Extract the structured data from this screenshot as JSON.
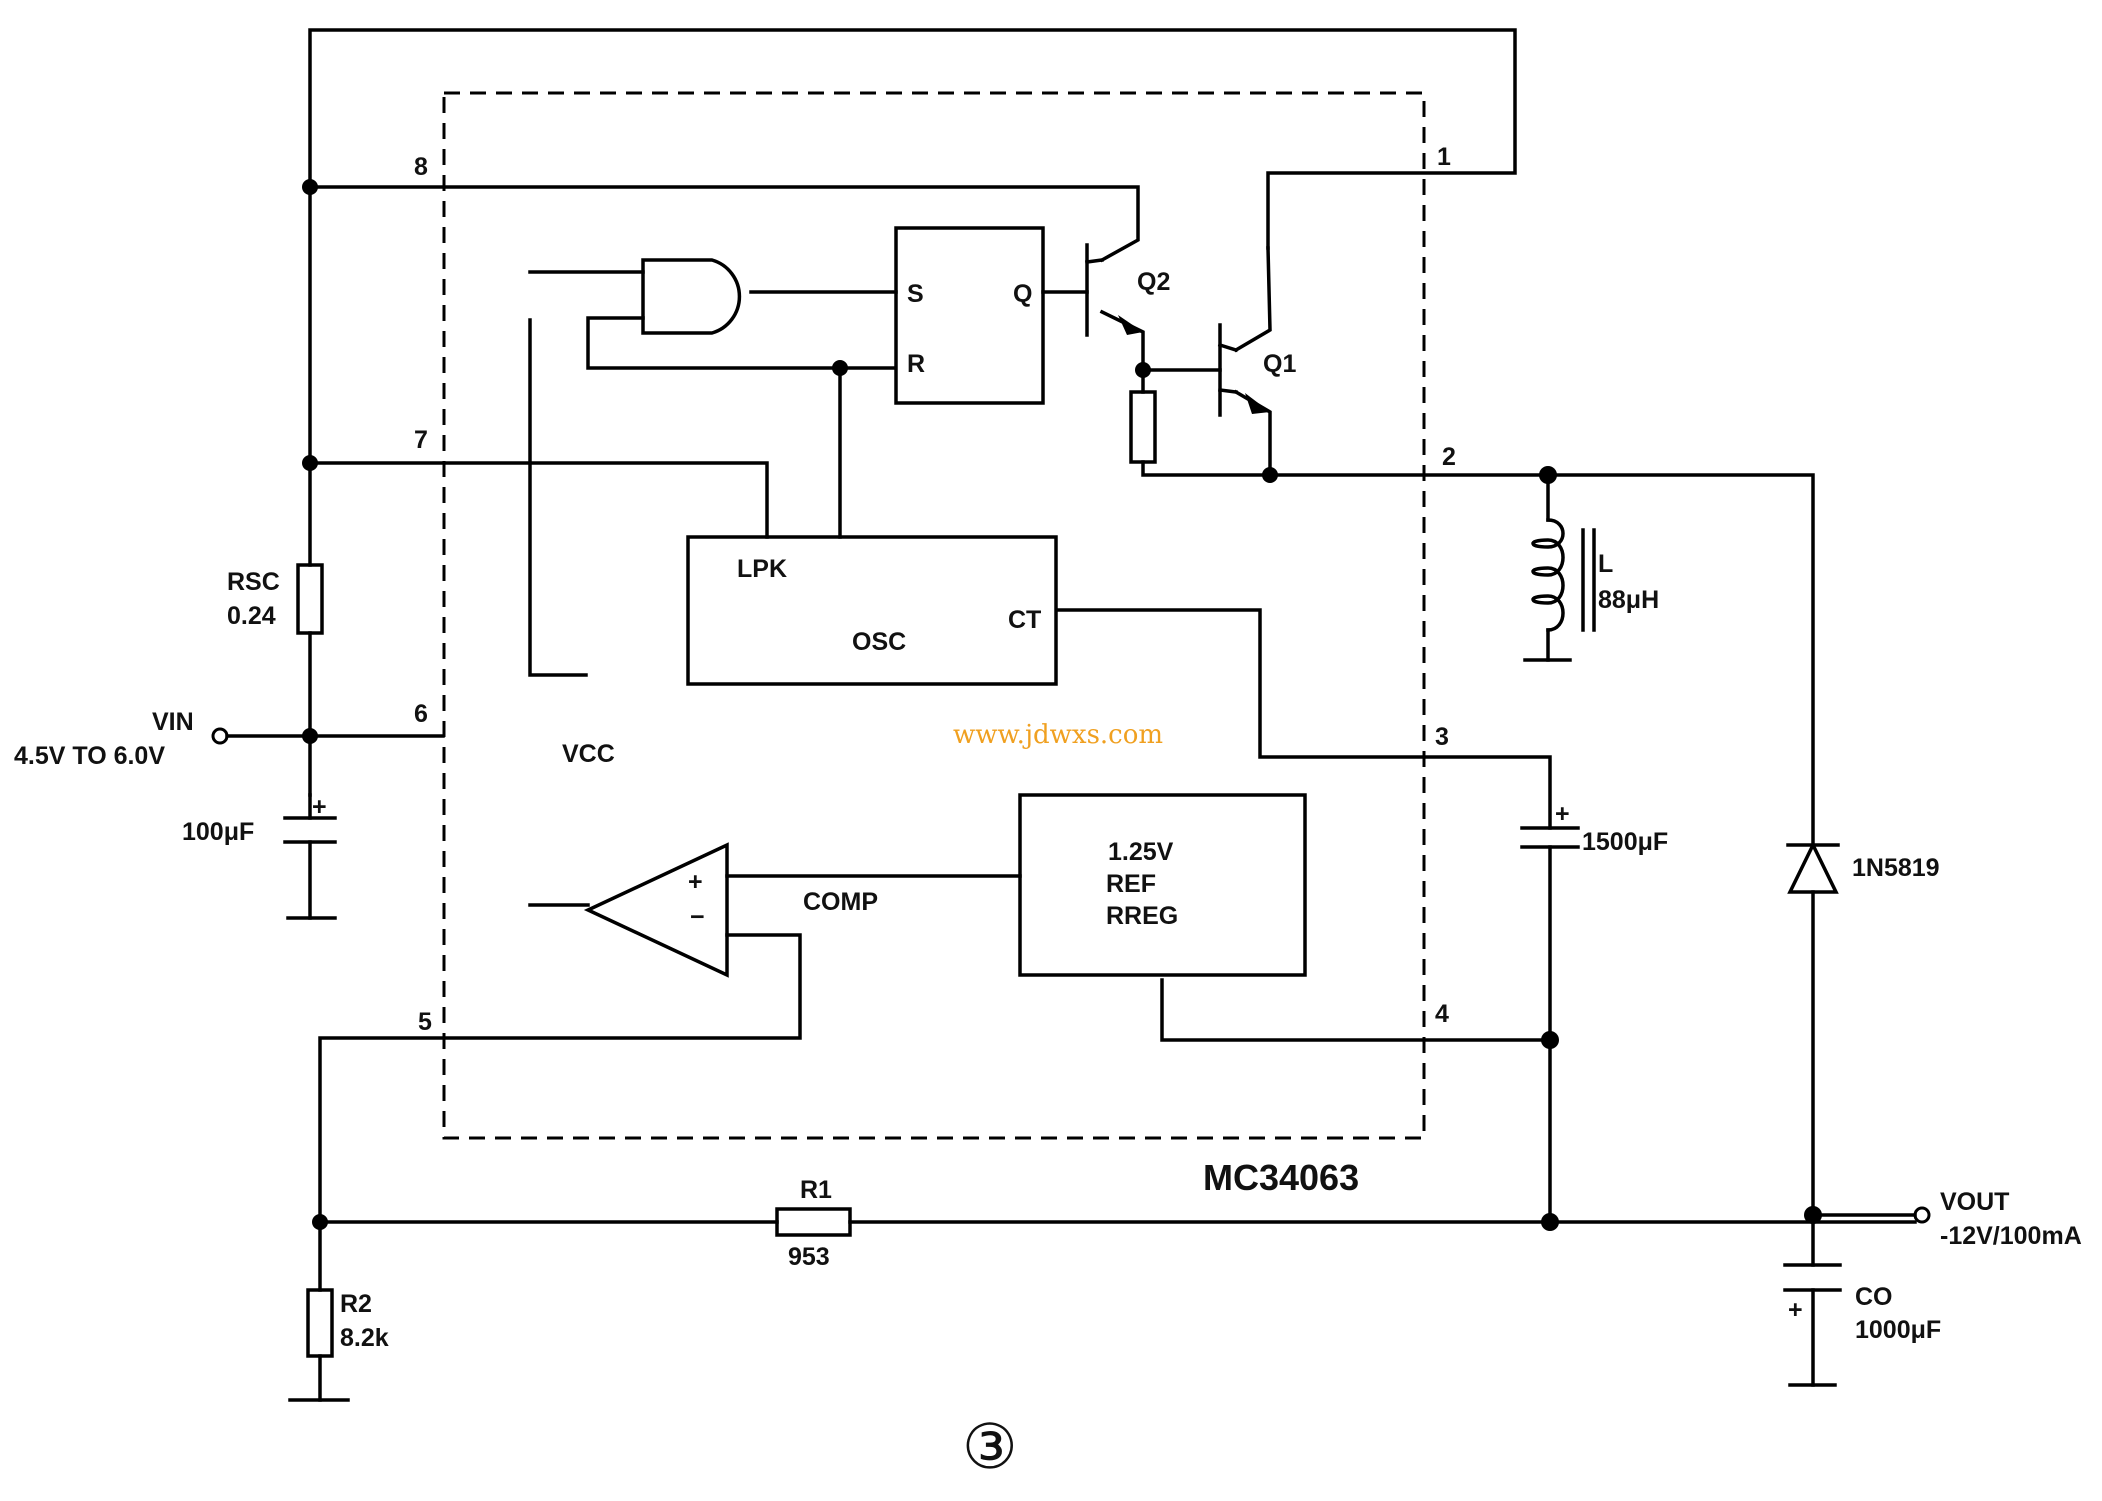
{
  "chip": {
    "name": "MC34063"
  },
  "pins": {
    "p1": "1",
    "p2": "2",
    "p3": "3",
    "p4": "4",
    "p5": "5",
    "p6": "6",
    "p7": "7",
    "p8": "8"
  },
  "blocks": {
    "ff_s": "S",
    "ff_r": "R",
    "ff_q": "Q",
    "osc": "OSC",
    "lpk": "LPK",
    "ct": "CT",
    "vcc": "VCC",
    "comp": "COMP",
    "comp_plus": "+",
    "comp_minus": "−",
    "ref_line1": "1.25V",
    "ref_line2": "REF",
    "ref_line3": "RREG"
  },
  "components": {
    "q2": "Q2",
    "q1": "Q1",
    "rsc_name": "RSC",
    "rsc_value": "0.24",
    "cin_value": "100μF",
    "inductor_name": "L",
    "inductor_value": "88μH",
    "ct_cap_value": "1500μF",
    "diode": "1N5819",
    "r1_name": "R1",
    "r1_value": "953",
    "r2_name": "R2",
    "r2_value": "8.2k",
    "co_name": "CO",
    "co_value": "1000μF"
  },
  "io": {
    "vin_label": "VIN",
    "vin_range": "4.5V TO 6.0V",
    "vout_label": "VOUT",
    "vout_value": "-12V/100mA"
  },
  "watermark": "www.jdwxs.com",
  "figure_number": "③"
}
